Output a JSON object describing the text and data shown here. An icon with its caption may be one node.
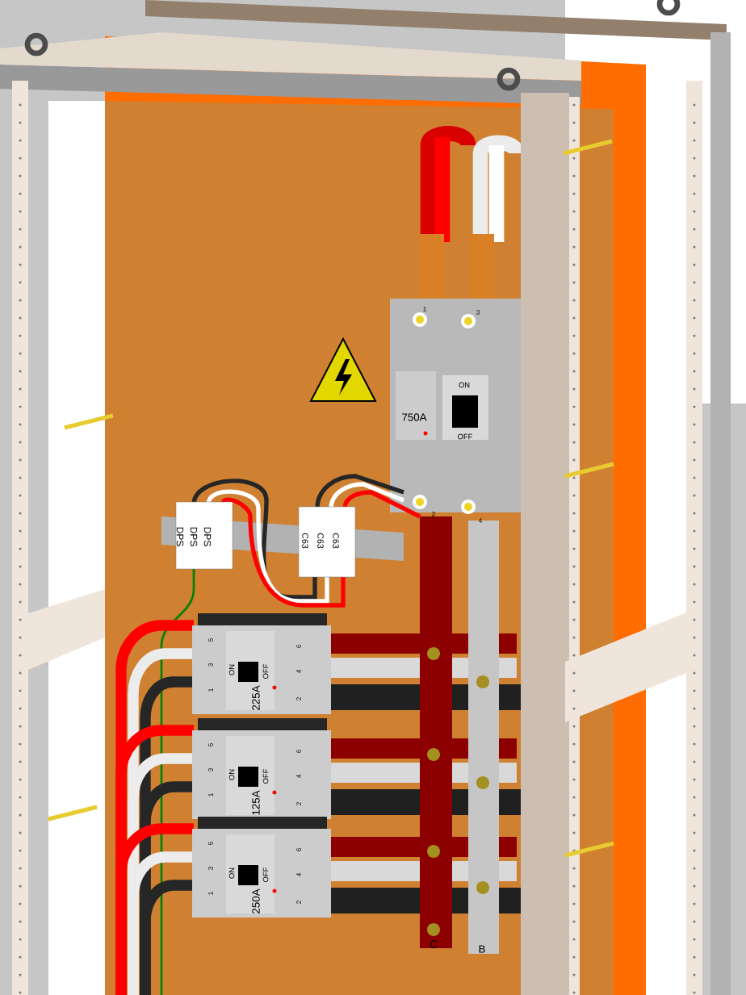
{
  "diagram": {
    "labels": [
      "1",
      "3",
      "750A",
      "ON",
      "OFF",
      "2",
      "4",
      "DPS",
      "DPS",
      "DPS",
      "C63",
      "C63",
      "C63",
      "5",
      "6",
      "3",
      "4",
      "1",
      "2",
      "ON",
      "OFF",
      "225A",
      "5",
      "6",
      "3",
      "4",
      "1",
      "2",
      "ON",
      "OFF",
      "125A",
      "5",
      "6",
      "3",
      "4",
      "1",
      "2",
      "ON",
      "OFF",
      "250A",
      "C",
      "B"
    ]
  }
}
